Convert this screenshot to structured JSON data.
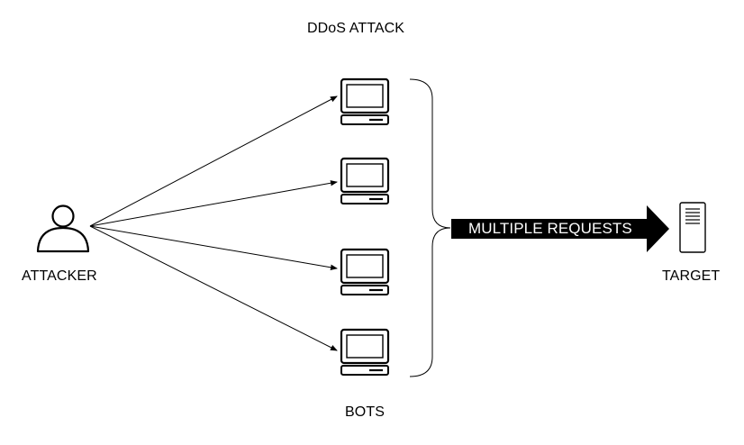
{
  "diagram": {
    "title": "DDoS ATTACK",
    "attacker": {
      "label": "ATTACKER",
      "icon": "person-icon"
    },
    "bots": {
      "label": "BOTS",
      "icon": "computer-icon",
      "count": 4
    },
    "target": {
      "label": "TARGET",
      "icon": "server-icon"
    },
    "connection": {
      "label": "MULTIPLE REQUESTS",
      "arrow_color": "#000000",
      "label_color": "#ffffff"
    }
  }
}
